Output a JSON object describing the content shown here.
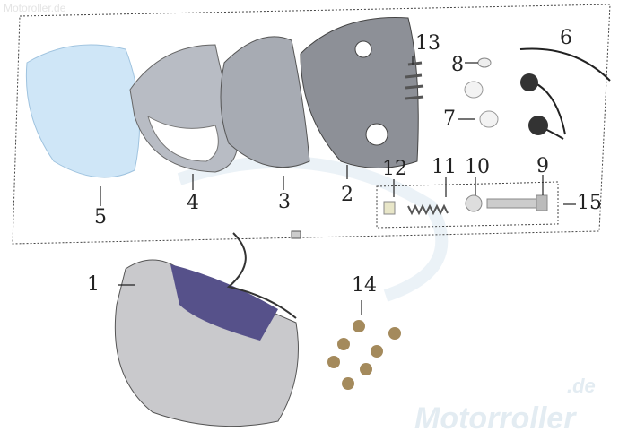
{
  "watermark": {
    "top_text": "Motoroller.de",
    "center_text": "Motorroller.de"
  },
  "colors": {
    "chrome": "#9a9ea6",
    "lens": "#cfe6f7",
    "housing": "#5a5590",
    "line": "#222222",
    "watermark": "#d8e6f0"
  },
  "part_labels": [
    "1",
    "2",
    "3",
    "4",
    "5",
    "6",
    "7",
    "8",
    "9",
    "10",
    "11",
    "12",
    "13",
    "14",
    "15"
  ]
}
